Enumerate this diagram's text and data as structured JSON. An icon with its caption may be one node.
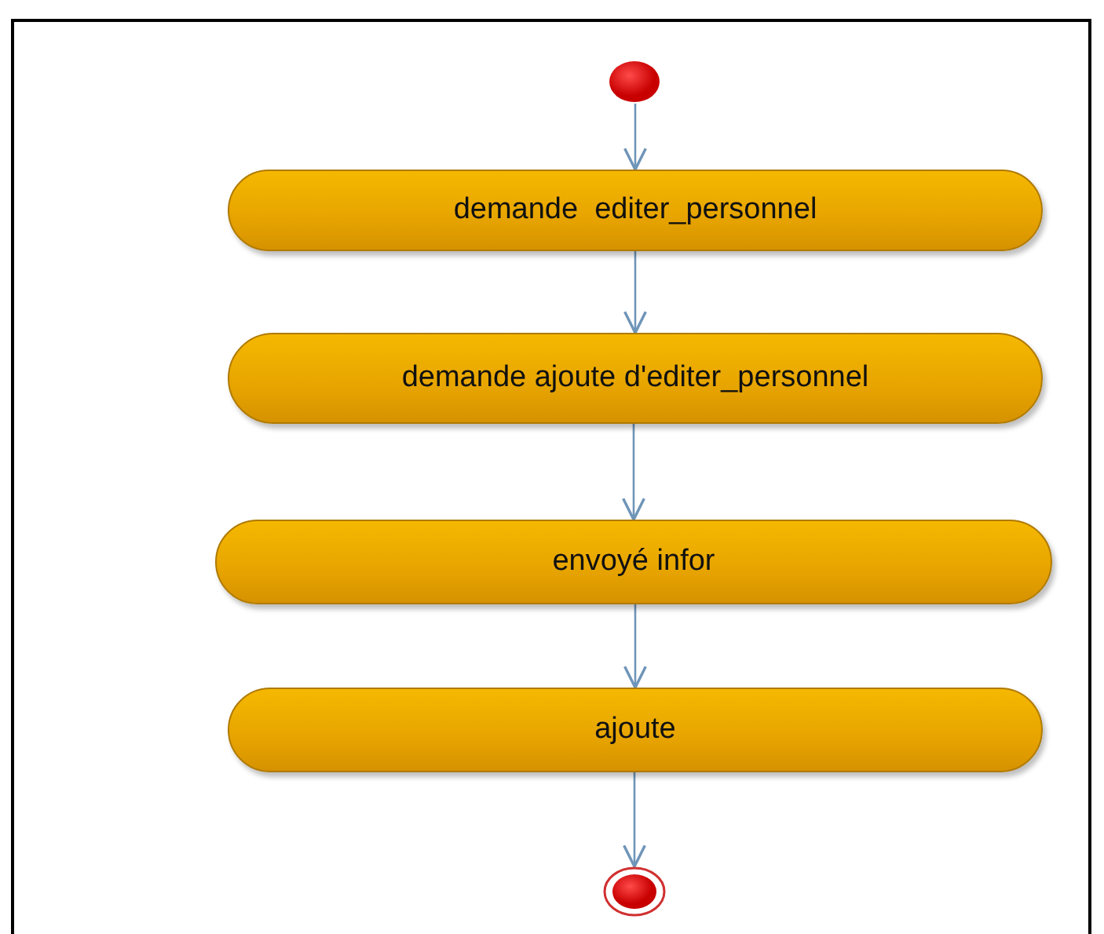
{
  "diagram": {
    "nodes": [
      {
        "text": [],
        "shape": "circle"
      },
      {
        "text": [
          "demande  editer_personnel"
        ]
      },
      {
        "text": [
          "demande ajoute d'editer_personnel"
        ]
      },
      {
        "text": [
          "envoyé infor"
        ]
      },
      {
        "text": [
          "ajoute"
        ]
      },
      {
        "text": [],
        "shape": "circle"
      }
    ],
    "edges": [
      {
        "from": 0,
        "to": 1,
        "arrow": "to"
      },
      {
        "from": 1,
        "to": 2,
        "arrow": "to"
      },
      {
        "from": 2,
        "to": 3,
        "arrow": "to"
      },
      {
        "from": 3,
        "to": 4,
        "arrow": "to"
      },
      {
        "from": 4,
        "to": 5,
        "arrow": "to"
      }
    ]
  }
}
